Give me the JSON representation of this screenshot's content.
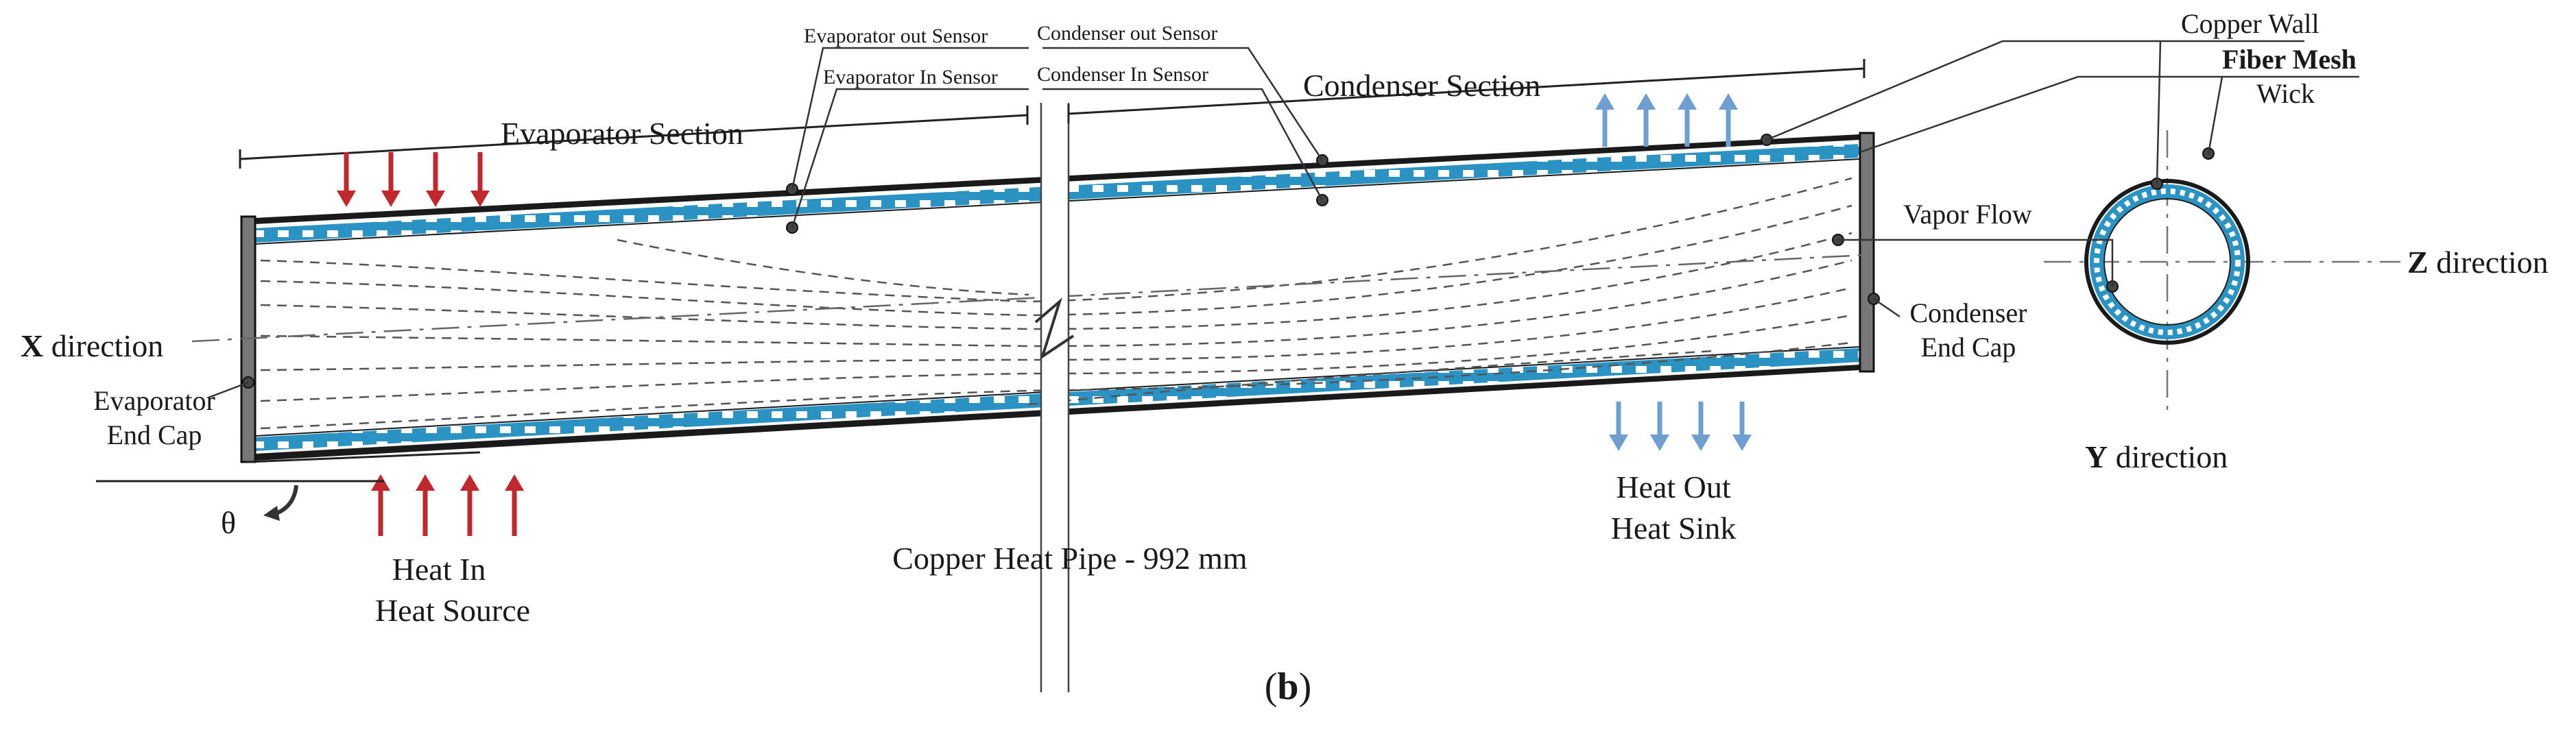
{
  "caption": {
    "letter": "b",
    "open": "(",
    "close": ")"
  },
  "title": "Copper Heat Pipe - 992 mm",
  "sections": {
    "evaporator": "Evaporator Section",
    "condenser": "Condenser Section"
  },
  "sensors": {
    "evaporator_out": "Evaporator out Sensor",
    "evaporator_in": "Evaporator In Sensor",
    "condenser_out": "Condenser out Sensor",
    "condenser_in": "Condenser In Sensor"
  },
  "end_caps": {
    "evaporator": [
      "Evaporator",
      "End Cap"
    ],
    "condenser": [
      "Condenser",
      "End Cap"
    ]
  },
  "heat": {
    "in": [
      "Heat In",
      "Heat Source"
    ],
    "out": [
      "Heat Out",
      "Heat Sink"
    ]
  },
  "directions": {
    "x": {
      "bold": "X",
      "rest": " direction"
    },
    "y": {
      "bold": "Y",
      "rest": " direction"
    },
    "z": {
      "bold": "Z",
      "rest": " direction"
    }
  },
  "cross_section": {
    "copper_wall": "Copper Wall",
    "fiber_mesh": "Fiber Mesh",
    "wick": "Wick",
    "vapor_flow": "Vapor Flow"
  },
  "angle_symbol": "θ",
  "colors": {
    "heat_in_arrow": "#c0282d",
    "heat_out_arrow": "#6e9fd0",
    "wick_fill": "#2a93c4",
    "wick_dot": "#ffffff",
    "wall": "#1a1a1a",
    "end_cap": "#777777",
    "flow_line": "#555555"
  }
}
